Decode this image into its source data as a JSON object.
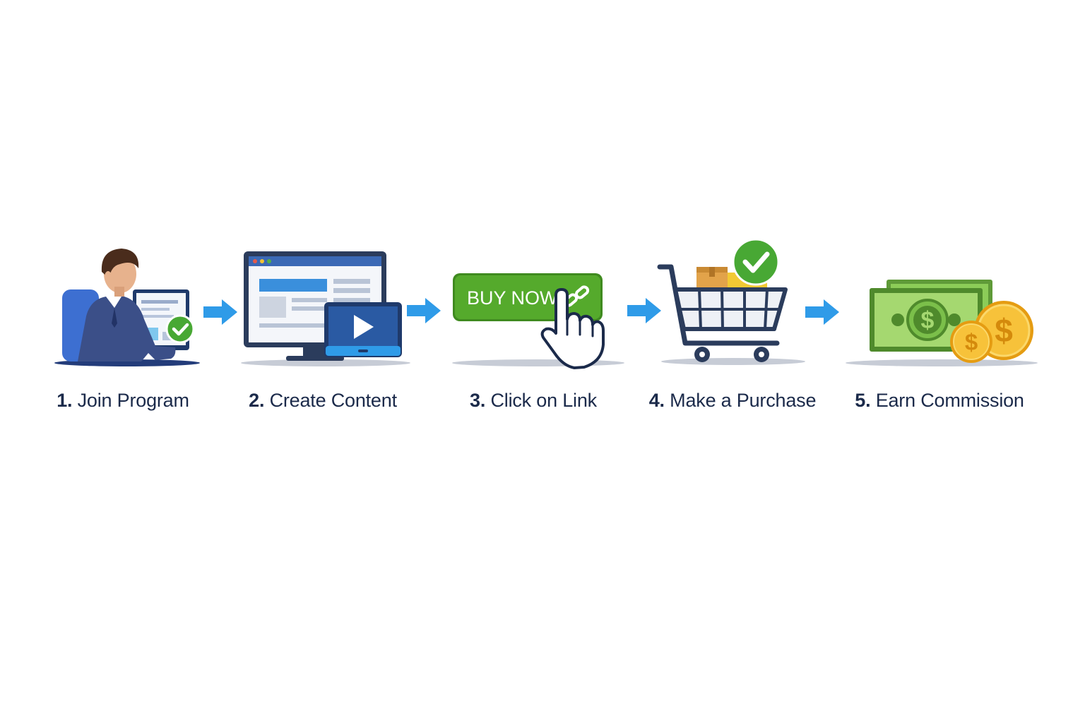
{
  "steps": [
    {
      "number": "1.",
      "label": "Join Program"
    },
    {
      "number": "2.",
      "label": "Create Content"
    },
    {
      "number": "3.",
      "label": "Click on Link"
    },
    {
      "number": "4.",
      "label": "Make a Purchase"
    },
    {
      "number": "5.",
      "label": "Earn Commission"
    }
  ],
  "buy_button": {
    "label": "BUY NOW"
  },
  "icons": {
    "step1": "person-at-computer-icon",
    "step2": "monitor-with-video-icon",
    "step3": "buy-now-button-with-pointer-icon",
    "step4": "shopping-cart-icon",
    "step5": "money-and-coins-icon",
    "connector": "arrow-right-icon",
    "checkmark": "checkmark-icon"
  },
  "colors": {
    "arrow": "#2f9be8",
    "accent_green": "#4fa52c",
    "navy": "#2c3e6b",
    "text": "#1b2a4a",
    "coin_gold": "#f2b51f",
    "bill_green": "#7bbf4a"
  }
}
